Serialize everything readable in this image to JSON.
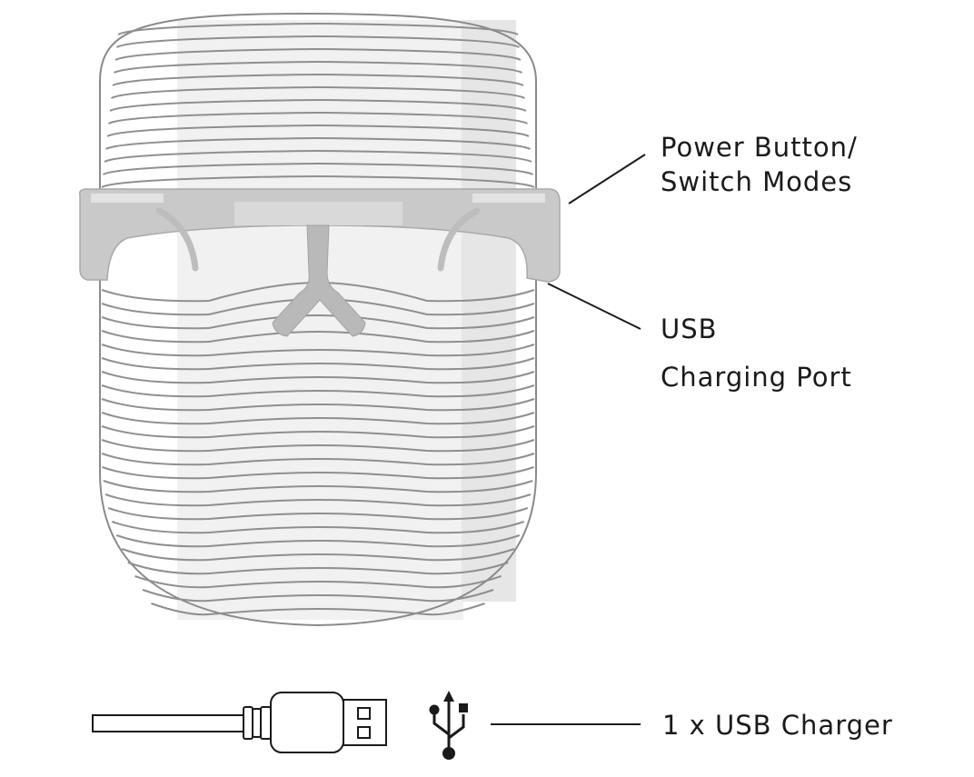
{
  "callouts": {
    "power": {
      "line1": "Power Button/",
      "line2": "Switch Modes"
    },
    "usb": {
      "line1": "USB",
      "line2": "Charging Port"
    }
  },
  "accessory": {
    "label": "1 x USB Charger"
  },
  "icons": [
    "led-face-mask",
    "usb-cable-icon",
    "usb-symbol-icon"
  ],
  "colors": {
    "outline": "#888888",
    "frame": "#c9c9c9",
    "ink": "#1a1a1a"
  }
}
